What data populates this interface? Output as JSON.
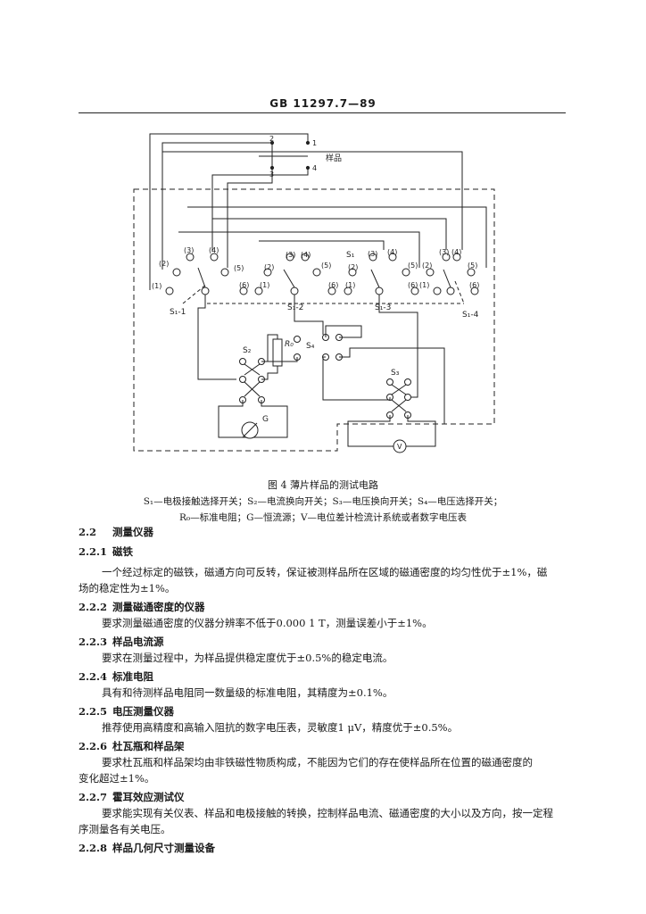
{
  "header": {
    "code": "GB 11297.7—89"
  },
  "figure": {
    "caption": "图 4   薄片样品的测试电路",
    "legend_line1": "S₁—电极接触选择开关；S₂—电流换向开关；S₃—电压换向开关；S₄—电压选择开关；",
    "legend_line2": "R₀—标准电阻；G—恒流源；V—电位差计检流计系统或者数字电压表",
    "labels": {
      "n1": "1",
      "n2": "2",
      "n3": "3",
      "n4": "4",
      "sample": "样品",
      "c1": "(1)",
      "c2": "(2)",
      "c3": "(3)",
      "c4": "(4)",
      "c5": "(5)",
      "c6": "(6)",
      "s1a": "S₁-1",
      "s1b": "S₁-2",
      "s1c": "S₁-3",
      "s1d": "S₁-4",
      "s1": "S₁",
      "s2": "S₂",
      "s3": "S₃",
      "s4": "S₄",
      "r0": "R₀",
      "g": "G",
      "v": "V"
    }
  },
  "sections": [
    {
      "type": "h",
      "num": "2.2",
      "title": "测量仪器"
    },
    {
      "type": "h",
      "num": "2.2.1",
      "title": "磁铁"
    },
    {
      "type": "p",
      "text": "一个经过标定的磁铁，磁通方向可反转，保证被测样品所在区域的磁通密度的均匀性优于±1%，磁"
    },
    {
      "type": "c",
      "text": "场的稳定性为±1%。"
    },
    {
      "type": "h",
      "num": "2.2.2",
      "title": "测量磁通密度的仪器"
    },
    {
      "type": "p",
      "text": "要求测量磁通密度的仪器分辨率不低于0.000 1 T，测量误差小于±1%。"
    },
    {
      "type": "h",
      "num": "2.2.3",
      "title": "样品电流源"
    },
    {
      "type": "p",
      "text": "要求在测量过程中，为样品提供稳定度优于±0.5%的稳定电流。"
    },
    {
      "type": "h",
      "num": "2.2.4",
      "title": "标准电阻"
    },
    {
      "type": "p",
      "text": "具有和待测样品电阻同一数量级的标准电阻，其精度为±0.1%。"
    },
    {
      "type": "h",
      "num": "2.2.5",
      "title": "电压测量仪器"
    },
    {
      "type": "p",
      "text": "推荐使用高精度和高输入阻抗的数字电压表，灵敏度1 μV，精度优于±0.5%。"
    },
    {
      "type": "h",
      "num": "2.2.6",
      "title": "杜瓦瓶和样品架"
    },
    {
      "type": "p",
      "text": "要求杜瓦瓶和样品架均由非铁磁性物质构成，不能因为它们的存在使样品所在位置的磁通密度的"
    },
    {
      "type": "c",
      "text": "变化超过±1%。"
    },
    {
      "type": "h",
      "num": "2.2.7",
      "title": "霍耳效应测试仪"
    },
    {
      "type": "p",
      "text": "要求能实现有关仪表、样品和电极接触的转换，控制样品电流、磁通密度的大小以及方向，按一定程"
    },
    {
      "type": "c",
      "text": "序测量各有关电压。"
    },
    {
      "type": "h",
      "num": "2.2.8",
      "title": "样品几何尺寸测量设备"
    }
  ]
}
